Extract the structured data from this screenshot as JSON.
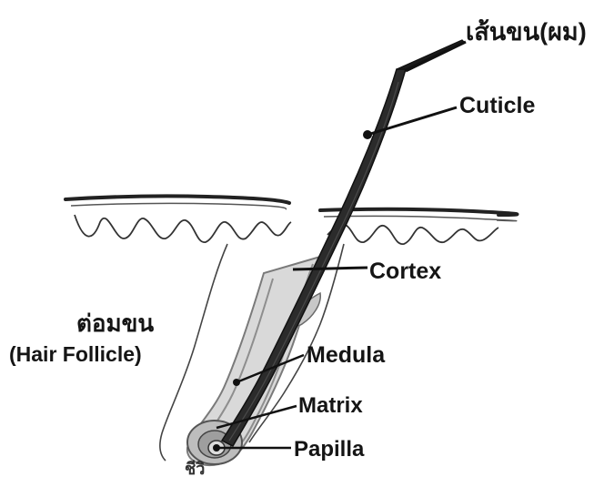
{
  "labels": {
    "hair_shaft": "เส้นขน(ผม)",
    "cuticle": "Cuticle",
    "cortex": "Cortex",
    "follicle_thai": "ต่อมขน",
    "follicle_english": "(Hair Follicle)",
    "medula": "Medula",
    "matrix": "Matrix",
    "papilla": "Papilla",
    "bottom_cut": "ชีวิ"
  },
  "colors": {
    "ink": "#151515",
    "hair": "#2b2b2b",
    "sheath": "#9a9a9a",
    "papilla": "#bdbdbd",
    "background": "#ffffff"
  }
}
